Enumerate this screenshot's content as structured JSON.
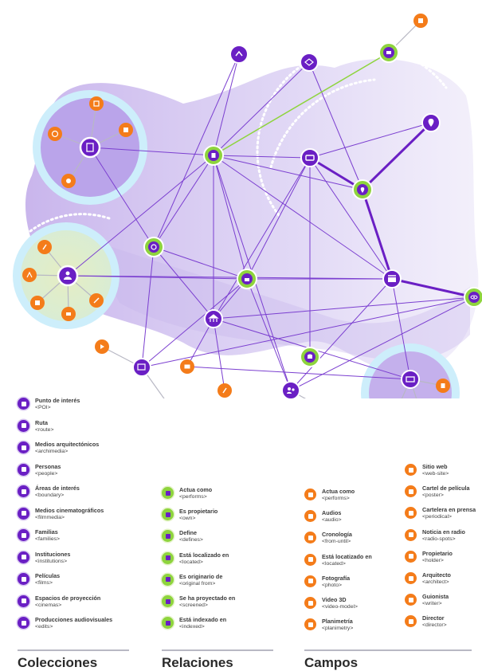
{
  "sections": {
    "colecciones": "Colecciones",
    "relaciones": "Relaciones",
    "campos": "Campos"
  },
  "colors": {
    "purple": "#6a1fc4",
    "green": "#8ed43d",
    "orange": "#f47c1a",
    "lavender": "#c7b5ec",
    "light_blue": "#cdeefb"
  },
  "colecciones": [
    {
      "name": "Punto de interés",
      "tag": "<POI>",
      "icon": "map-pin-icon"
    },
    {
      "name": "Ruta",
      "tag": "<route>",
      "icon": "route-icon"
    },
    {
      "name": "Medios arquitectónicos",
      "tag": "<archimedia>",
      "icon": "building-doc-icon"
    },
    {
      "name": "Personas",
      "tag": "<people>",
      "icon": "person-icon"
    },
    {
      "name": "Áreas de interés",
      "tag": "<boundary>",
      "icon": "area-icon"
    },
    {
      "name": "Medios cinematográficos",
      "tag": "<filmmedia>",
      "icon": "film-media-icon"
    },
    {
      "name": "Familias",
      "tag": "<families>",
      "icon": "family-icon"
    },
    {
      "name": "Instituciones",
      "tag": "<institutions>",
      "icon": "institution-icon"
    },
    {
      "name": "Películas",
      "tag": "<films>",
      "icon": "clapperboard-icon"
    },
    {
      "name": "Espacios de proyección",
      "tag": "<cinemas>",
      "icon": "cinema-screen-icon"
    },
    {
      "name": "Producciones audiovisuales",
      "tag": "<edits>",
      "icon": "edit-icon"
    }
  ],
  "relaciones": [
    {
      "name": "Actua como",
      "tag": "<performs>",
      "icon": "clapperboard-icon"
    },
    {
      "name": "Es propietario",
      "tag": "<own>",
      "icon": "copyright-icon"
    },
    {
      "name": "Define",
      "tag": "<defines>",
      "icon": "clipboard-icon"
    },
    {
      "name": "Está localizado en",
      "tag": "<located>",
      "icon": "map-icon"
    },
    {
      "name": "Es originario de",
      "tag": "<original from>",
      "icon": "eye-icon"
    },
    {
      "name": "Se ha proyectado en",
      "tag": "<screened>",
      "icon": "screen-icon"
    },
    {
      "name": "Está indexado en",
      "tag": "<indexed>",
      "icon": "database-icon"
    }
  ],
  "campos_col1": [
    {
      "name": "Actua como",
      "tag": "<performs>",
      "icon": "mask-icon"
    },
    {
      "name": "Audios",
      "tag": "<audio>",
      "icon": "audio-icon"
    },
    {
      "name": "Cronología",
      "tag": "<from-until>",
      "icon": "clock-icon"
    },
    {
      "name": "Está locatizado en",
      "tag": "<located>",
      "icon": "film-reel-icon"
    },
    {
      "name": "Fotografía",
      "tag": "<photo>",
      "icon": "photo-icon"
    },
    {
      "name": "Video 3D",
      "tag": "<video-model>",
      "icon": "video-3d-icon"
    },
    {
      "name": "Planimetría",
      "tag": "<planimetry>",
      "icon": "plan-icon"
    }
  ],
  "campos_col2": [
    {
      "name": "Sitio web",
      "tag": "<web-site>",
      "icon": "web-icon"
    },
    {
      "name": "Cartel de película",
      "tag": "<poster>",
      "icon": "poster-icon"
    },
    {
      "name": "Cartelera en prensa",
      "tag": "<periodical>",
      "icon": "newspaper-icon"
    },
    {
      "name": "Noticia en radio",
      "tag": "<radio-spots>",
      "icon": "radio-icon"
    },
    {
      "name": "Propietario",
      "tag": "<holder>",
      "icon": "key-icon"
    },
    {
      "name": "Arquitecto",
      "tag": "<architect>",
      "icon": "compass-icon"
    },
    {
      "name": "Guionista",
      "tag": "<writer>",
      "icon": "pen-icon"
    },
    {
      "name": "Director",
      "tag": "<director>",
      "icon": "director-icon"
    }
  ]
}
